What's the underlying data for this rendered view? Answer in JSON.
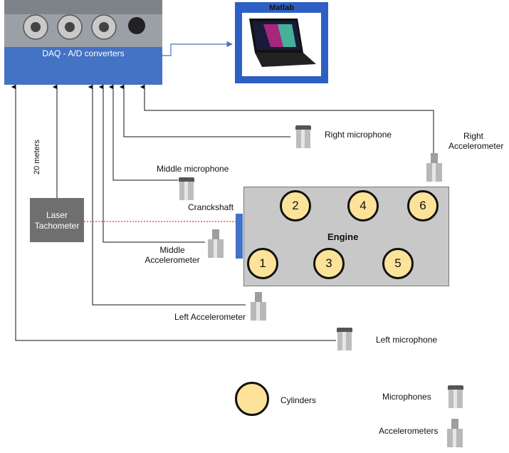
{
  "daq": {
    "label": "DAQ - A/D converters"
  },
  "computer": {
    "label": "Matlab"
  },
  "engine": {
    "label": "Engine",
    "cylinders": [
      "2",
      "4",
      "6",
      "1",
      "3",
      "5"
    ]
  },
  "tachometer": {
    "label_line1": "Laser",
    "label_line2": "Tachometer",
    "cable_label": "20 meters"
  },
  "crankshaft": {
    "label": "Cranckshaft"
  },
  "sensors": {
    "right_microphone": "Right microphone",
    "right_accelerometer_line1": "Right",
    "right_accelerometer_line2": "Accelerometer",
    "middle_microphone": "Middle microphone",
    "middle_accelerometer_line1": "Middle",
    "middle_accelerometer_line2": "Accelerometer",
    "left_accelerometer": "Left Accelerometer",
    "left_microphone": "Left microphone"
  },
  "legend": {
    "cylinders": "Cylinders",
    "microphones": "Microphones",
    "accelerometers": "Accelerometers"
  },
  "colors": {
    "blue": "#4472c4",
    "cylinder_fill": "#fde39a",
    "engine_fill": "#c8c8c8",
    "tach_fill": "#6f6f6f",
    "laser_beam": "#e03c2c"
  }
}
